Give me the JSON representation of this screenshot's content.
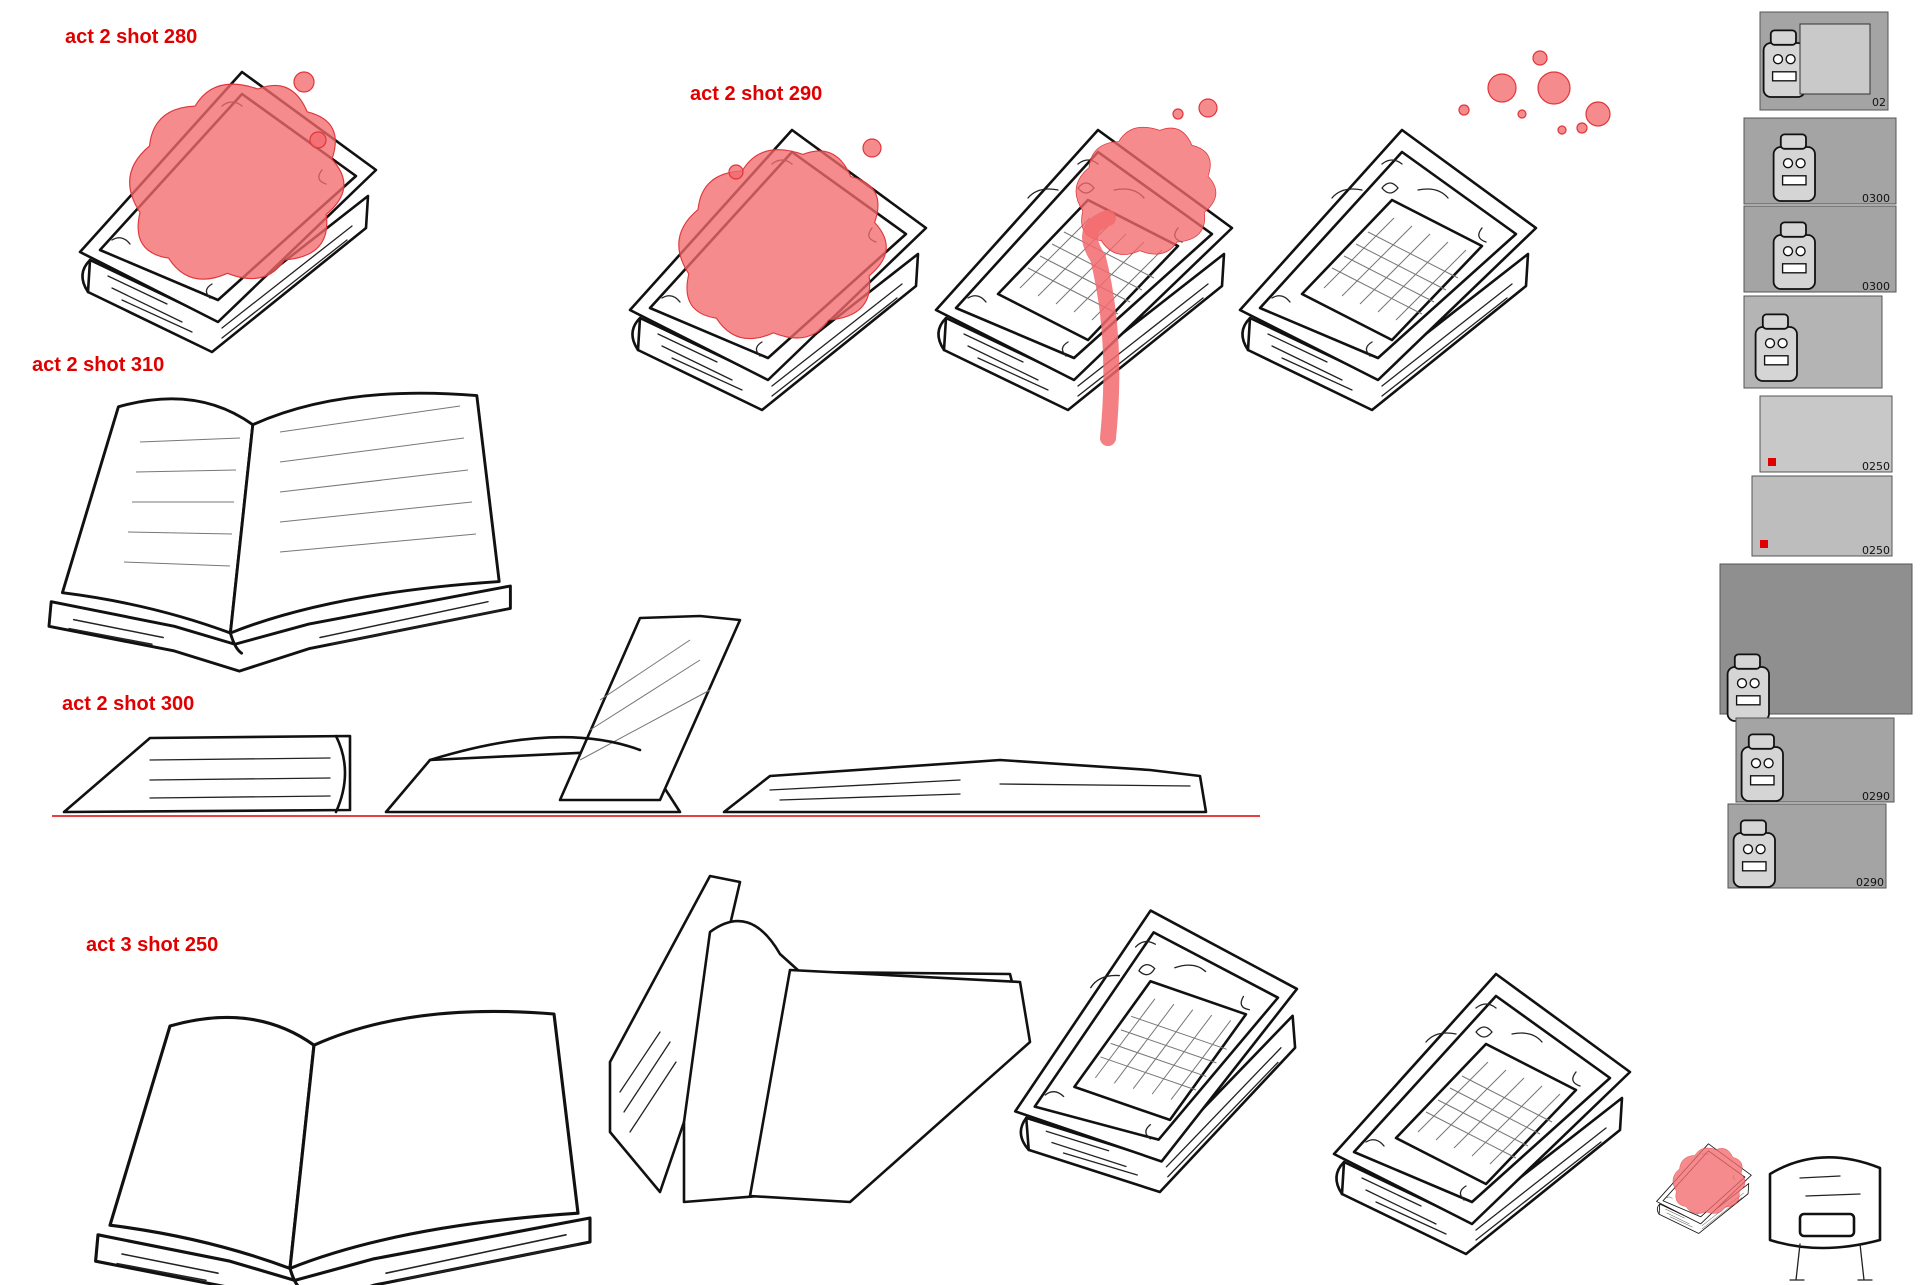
{
  "labels": {
    "a2s280": "act 2 shot 280",
    "a2s290": "act 2 shot 290",
    "a2s310": "act 2 shot 310",
    "a2s300": "act 2 shot 300",
    "a3s250": "act 3 shot 250"
  },
  "thumbnails": {
    "frame_numbers": [
      "02",
      "0300",
      "0300",
      "",
      "0250",
      "0250",
      "",
      "0290",
      "0290"
    ]
  },
  "colors": {
    "label": "#e00000",
    "spill": "#f26a6d",
    "guide": "#e00000",
    "ink": "#111111",
    "thumb_bg": "#a4a4a4"
  },
  "icons": {
    "closed-book": "closed-book-icon",
    "open-book": "open-book-icon",
    "spill": "red-spill-blob",
    "robot": "robot-character-icon"
  }
}
